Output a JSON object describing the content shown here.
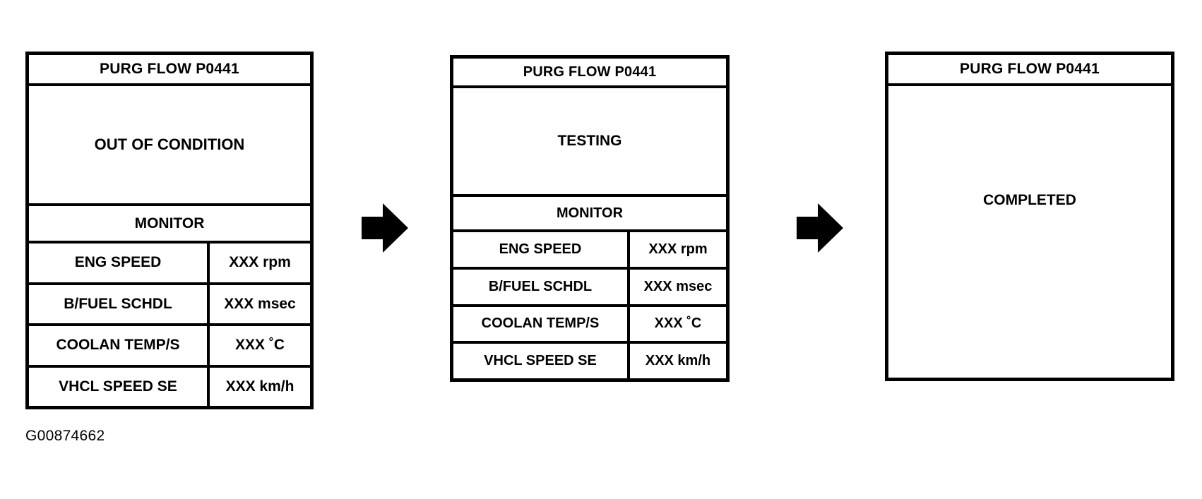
{
  "figure": {
    "caption": "G00874662",
    "arrow_icon_name": "right-arrow-icon"
  },
  "panels": [
    {
      "title": "PURG FLOW P0441",
      "status": "OUT OF CONDITION",
      "monitor_label": "MONITOR",
      "rows": [
        {
          "label": "ENG SPEED",
          "value": "XXX rpm"
        },
        {
          "label": "B/FUEL SCHDL",
          "value": "XXX msec"
        },
        {
          "label": "COOLAN TEMP/S",
          "value": "XXX ˚C"
        },
        {
          "label": "VHCL SPEED SE",
          "value": "XXX km/h"
        }
      ]
    },
    {
      "title": "PURG FLOW P0441",
      "status": "TESTING",
      "monitor_label": "MONITOR",
      "rows": [
        {
          "label": "ENG SPEED",
          "value": "XXX rpm"
        },
        {
          "label": "B/FUEL SCHDL",
          "value": "XXX msec"
        },
        {
          "label": "COOLAN TEMP/S",
          "value": "XXX ˚C"
        },
        {
          "label": "VHCL SPEED SE",
          "value": "XXX km/h"
        }
      ]
    },
    {
      "title": "PURG FLOW P0441",
      "status": "COMPLETED",
      "monitor_label": null,
      "rows": []
    }
  ],
  "colors": {
    "ink": "#000000",
    "background": "#ffffff"
  }
}
